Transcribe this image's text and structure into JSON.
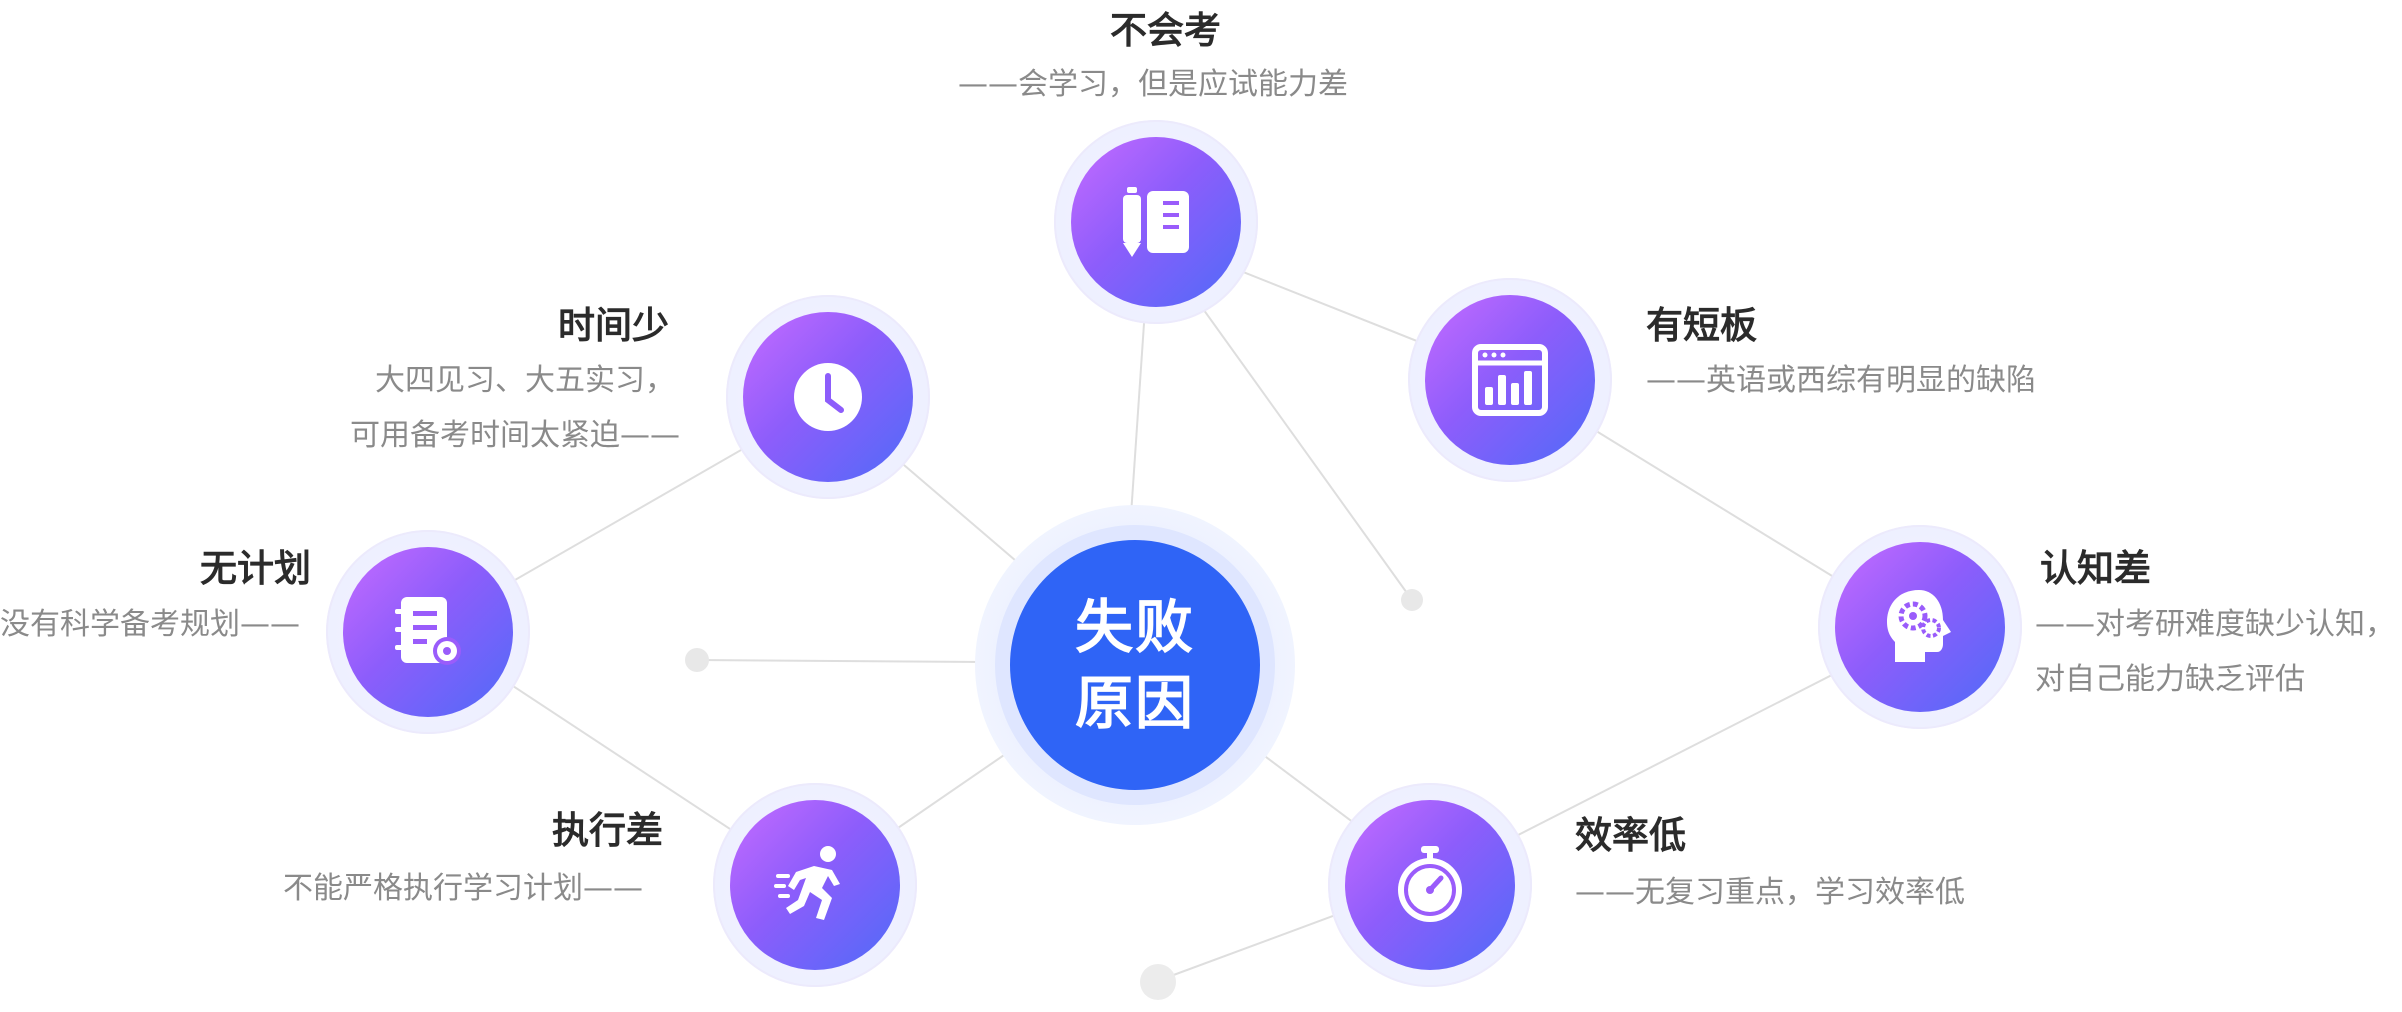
{
  "center": {
    "line1": "失败",
    "line2": "原因"
  },
  "nodes": [
    {
      "id": "bu-hui-kao",
      "title": "不会考",
      "desc": [
        "——会学习，但是应试能力差"
      ],
      "icon": "notebook-icon"
    },
    {
      "id": "shi-jian-shao",
      "title": "时间少",
      "desc": [
        "大四见习、大五实习，",
        "可用备考时间太紧迫——"
      ],
      "icon": "clock-icon"
    },
    {
      "id": "you-duan-ban",
      "title": "有短板",
      "desc": [
        "——英语或西综有明显的缺陷"
      ],
      "icon": "bar-chart-window-icon"
    },
    {
      "id": "wu-ji-hua",
      "title": "无计划",
      "desc": [
        "没有科学备考规划——"
      ],
      "icon": "document-settings-icon"
    },
    {
      "id": "ren-zhi-cha",
      "title": "认知差",
      "desc": [
        "——对考研难度缺少认知，",
        "对自己能力缺乏评估"
      ],
      "icon": "head-gear-icon"
    },
    {
      "id": "zhi-xing-cha",
      "title": "执行差",
      "desc": [
        "不能严格执行学习计划——"
      ],
      "icon": "running-person-icon"
    },
    {
      "id": "xiao-lv-di",
      "title": "效率低",
      "desc": [
        "——无复习重点，学习效率低"
      ],
      "icon": "stopwatch-icon"
    }
  ],
  "colors": {
    "center": "#2f64f6",
    "gradient_start": "#c66bff",
    "gradient_end": "#4f6bf8",
    "line": "#dcdcdc",
    "dot": "#e6e6e6"
  }
}
